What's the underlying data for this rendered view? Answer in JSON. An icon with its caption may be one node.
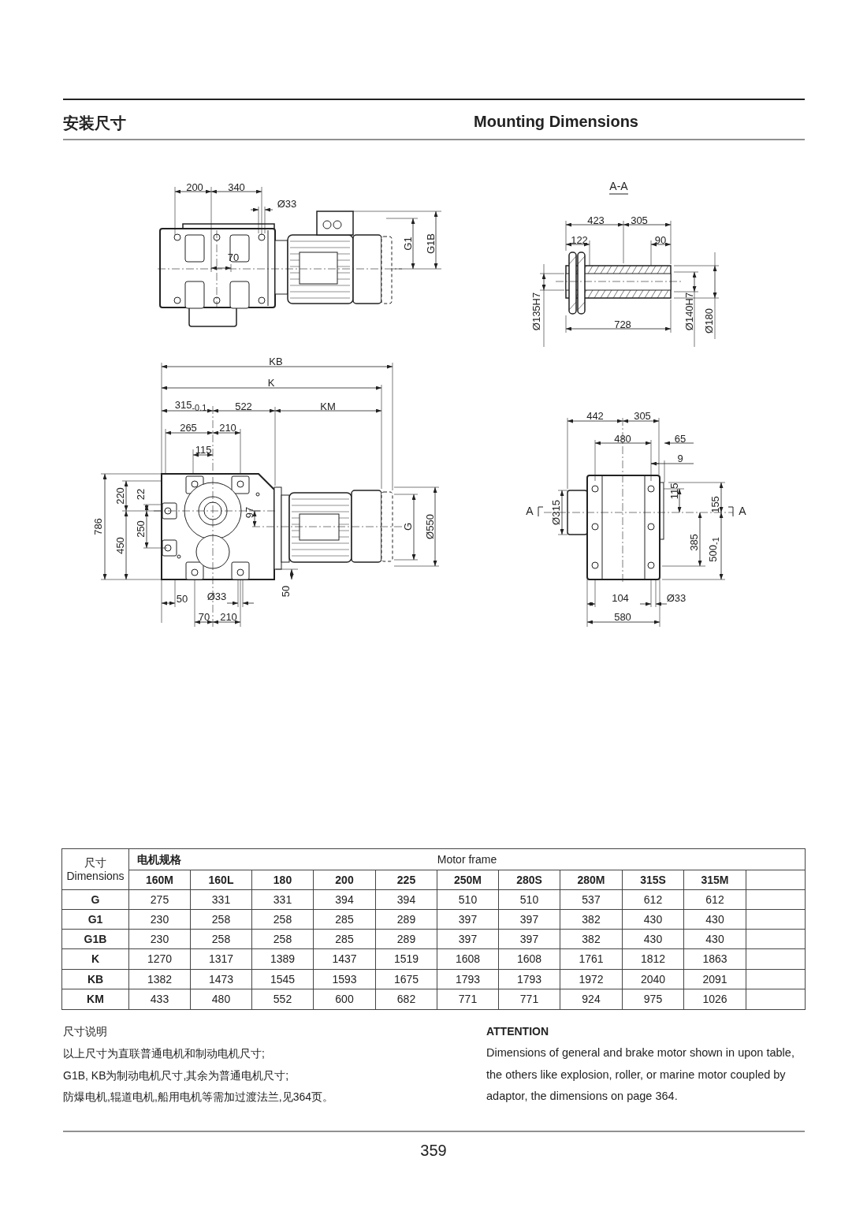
{
  "diagram": {
    "title": "Mounting Dimensions",
    "labels": [
      "安装尺寸",
      "200",
      "340",
      "Ø33",
      "70",
      "G1",
      "G1B",
      "A-A",
      "423",
      "305",
      "122",
      "90",
      "728",
      "Ø135H7",
      "Ø140H7",
      "Ø180",
      "KB",
      "K",
      "315$_{-0.1}$",
      "522",
      "KM",
      "265",
      "210",
      "115",
      "220",
      "22",
      "786",
      "250",
      "450",
      "97",
      "G",
      "Ø550",
      "50",
      "Ø33",
      "50",
      "70",
      "210",
      "442",
      "305",
      "480",
      "65",
      "9",
      "115",
      "155",
      "A",
      "Ø315",
      "A",
      "385",
      "500$_{-1}$",
      "104",
      "Ø33",
      "580",
      "尺寸 Dimensions",
      "电机规格",
      "Motor frame",
      "160M",
      "160L",
      "180",
      "200",
      "225",
      "250M",
      "280S",
      "280M",
      "315S",
      "315M",
      "G",
      "275",
      "331",
      "331",
      "394",
      "394",
      "510",
      "510",
      "537",
      "612",
      "612",
      "G1",
      "230",
      "258",
      "258",
      "285",
      "289",
      "397",
      "397",
      "382",
      "430",
      "430",
      "G1B",
      "230",
      "258",
      "258",
      "285",
      "289",
      "397",
      "397",
      "382",
      "430",
      "430",
      "K",
      "1270",
      "1317",
      "1389",
      "1437",
      "1519",
      "1608",
      "1608",
      "1761",
      "1812",
      "1863",
      "KB",
      "1382",
      "1473",
      "1545",
      "1593",
      "1675",
      "1793",
      "1793",
      "1972",
      "2040",
      "2091",
      "KM",
      "433",
      "480",
      "552",
      "600",
      "682",
      "771",
      "771",
      "924",
      "975",
      "1026",
      "尺寸说明",
      "以上尺寸为直联普通电机和制动电机尺寸;",
      "G1B, KB为制动电机尺寸,其余为普通电机尺寸;",
      "防爆电机,辊道电机,船用电机等需加过渡法兰,见364页。",
      "ATTENTION",
      "Dimensions of general and brake motor shown in upon table, the others like explosion, roller, or marine motor coupled by adaptor, the dimensions on page 364.",
      "359"
    ]
  }
}
